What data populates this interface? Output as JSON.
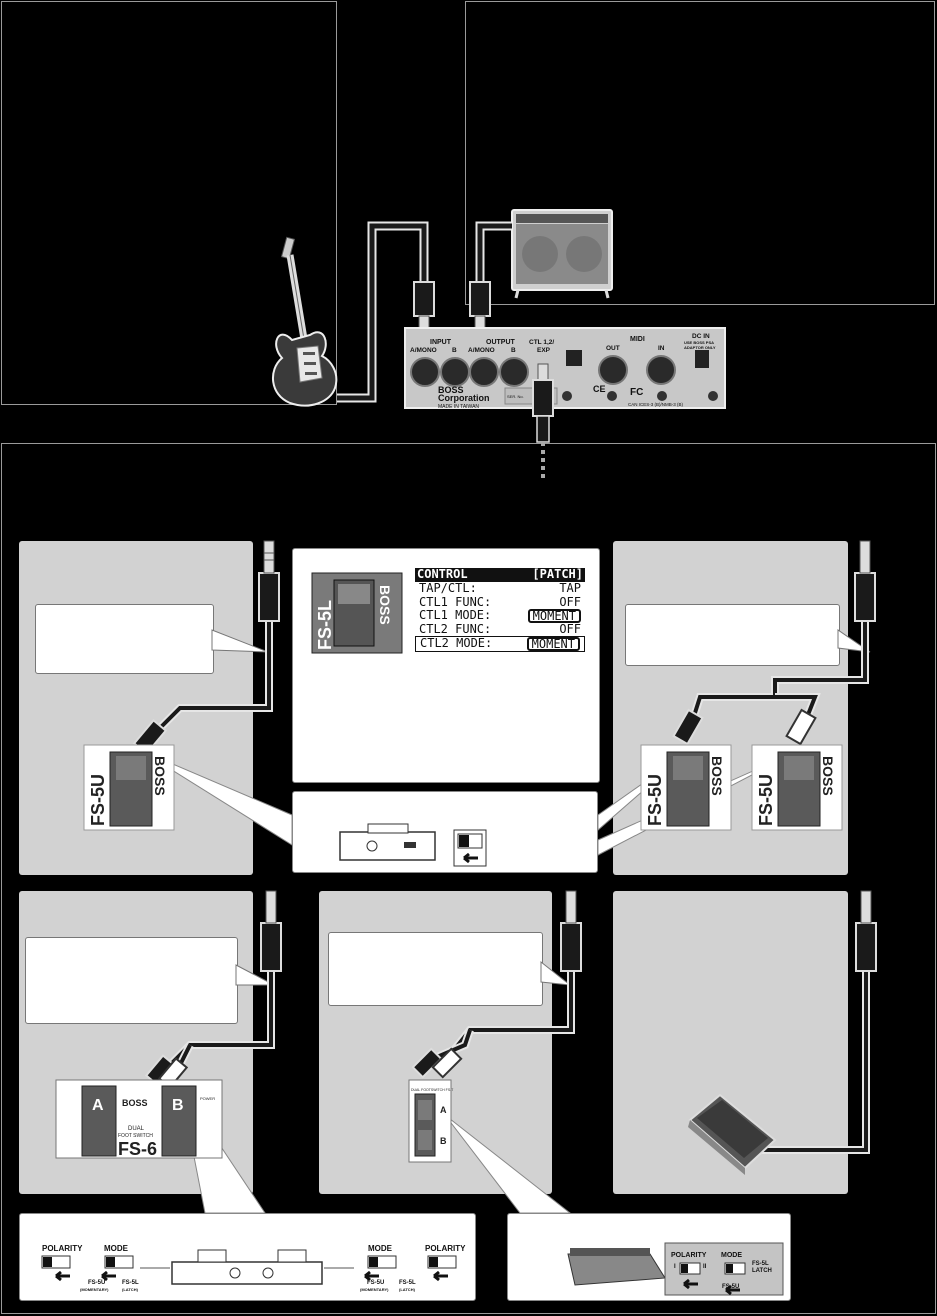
{
  "rear_panel": {
    "input_label": "INPUT",
    "input_a": "A/MONO",
    "input_b": "B",
    "output_label": "OUTPUT",
    "output_a": "A/MONO",
    "output_b": "B",
    "ctl_label": "CTL 1,2/",
    "ctl_sub": "EXP",
    "midi_label": "MIDI",
    "midi_out": "OUT",
    "midi_in": "IN",
    "dcin_label": "DC IN",
    "dcin_sub1": "USE BOSS PSA",
    "dcin_sub2": "ADAPTOR ONLY",
    "brand1": "BOSS",
    "brand2": "Corporation",
    "made_in": "MADE IN TAIWAN",
    "ser": "SER. No.",
    "fcc": "FC",
    "ce": "CE",
    "canices": "CAN ICES-3 (B)/NMB-3 (B)"
  },
  "lcd": {
    "title": "CONTROL",
    "title_right": "[PATCH]",
    "rows": [
      {
        "label": "TAP/CTL:",
        "value": "TAP"
      },
      {
        "label": "CTL1 FUNC:",
        "value": "OFF"
      },
      {
        "label": "CTL1 MODE:",
        "value": "MOMENT"
      },
      {
        "label": "CTL2 FUNC:",
        "value": "OFF"
      },
      {
        "label": "CTL2 MODE:",
        "value": "MOMENT"
      }
    ]
  },
  "pedals": {
    "fs5l": "FS-5L",
    "fs5u": "FS-5U",
    "boss": "BOSS",
    "fs6_name": "FS-6",
    "fs6_dual": "DUAL",
    "fs6_foot": "FOOT SWITCH",
    "fs6_a": "A",
    "fs6_b": "B",
    "fs6_power": "POWER",
    "fs7_name": "DUAL FOOTSWITCH FS-7",
    "fs7_a": "A",
    "fs7_b": "B"
  },
  "fs6_switches": {
    "polarity": "POLARITY",
    "mode": "MODE",
    "fs5u": "FS-5U",
    "momentary": "(MOMENTARY)",
    "fs5l": "FS-5L",
    "latch": "(LATCH)"
  },
  "fs7_switches": {
    "polarity": "POLARITY",
    "mode": "MODE",
    "pol_i": "I",
    "pol_ii": "II",
    "fs5l_latch_1": "FS-5L",
    "fs5l_latch_2": "LATCH",
    "fs5u": "FS-5U"
  },
  "colors": {
    "background": "#000000",
    "panel_grey": "#d2d2d2",
    "panel_white": "#ffffff",
    "cable": "#1a1a1a"
  }
}
